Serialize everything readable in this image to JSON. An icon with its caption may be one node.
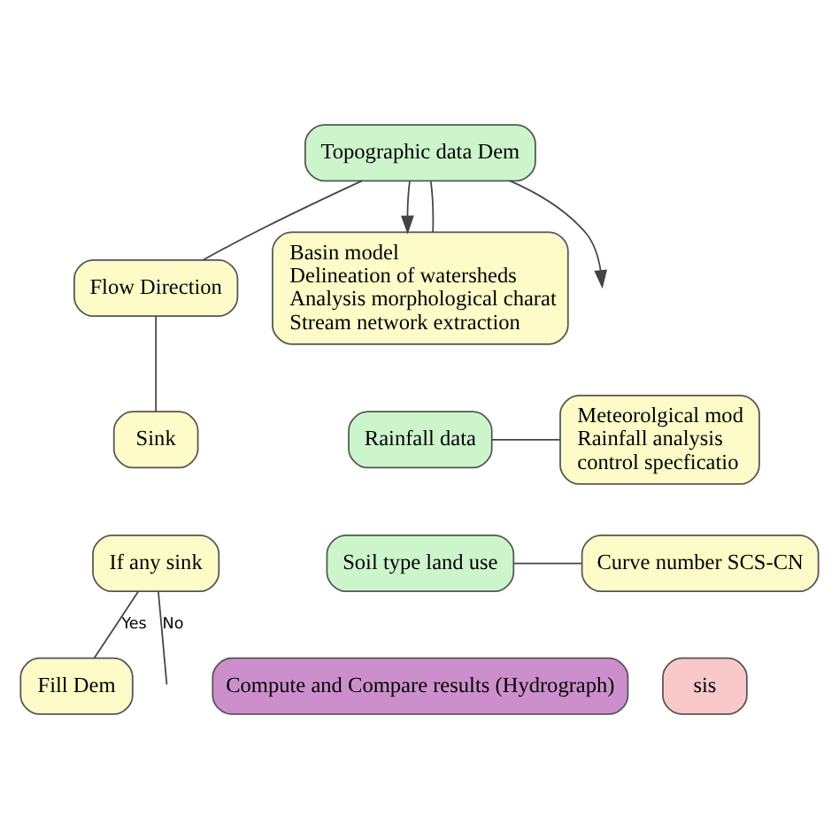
{
  "diagram": {
    "nodes": [
      {
        "text": [
          "Topographic data Dem"
        ]
      },
      {
        "text": [
          "Flow Direction"
        ]
      },
      {
        "text": [
          "Basin model",
          "Delineation of watersheds",
          "Analysis morphological charat",
          "Stream network extraction"
        ]
      },
      {
        "text": [
          "Sink"
        ]
      },
      {
        "text": [
          "If any sink"
        ]
      },
      {
        "text": [
          "Fill Dem"
        ]
      },
      {
        "text": [
          "Rainfall data"
        ]
      },
      {
        "text": [
          "Meteorolgical mod",
          "Rainfall analysis",
          "control specficatio"
        ]
      },
      {
        "text": [
          "Soil type land use"
        ]
      },
      {
        "text": [
          "Curve number SCS-CN"
        ]
      },
      {
        "text": [
          "sis"
        ]
      },
      {
        "text": [
          "Compute and Compare results (Hydrograph)"
        ]
      }
    ],
    "edges": [
      {
        "from": 0,
        "to": null,
        "arrow": "to"
      },
      {
        "from": 0,
        "to": 1,
        "arrow": "none"
      },
      {
        "from": 0,
        "to": 2,
        "arrow": "to"
      },
      {
        "from": 0,
        "to": 2,
        "arrow": "none"
      },
      {
        "from": 1,
        "to": 3,
        "arrow": "none"
      },
      {
        "from": 4,
        "to": null,
        "arrow": "none",
        "label": "No"
      },
      {
        "from": 4,
        "to": 5,
        "arrow": "none",
        "label": "Yes"
      },
      {
        "from": 6,
        "to": 7,
        "arrow": "none"
      },
      {
        "from": 8,
        "to": 9,
        "arrow": "none"
      }
    ]
  }
}
